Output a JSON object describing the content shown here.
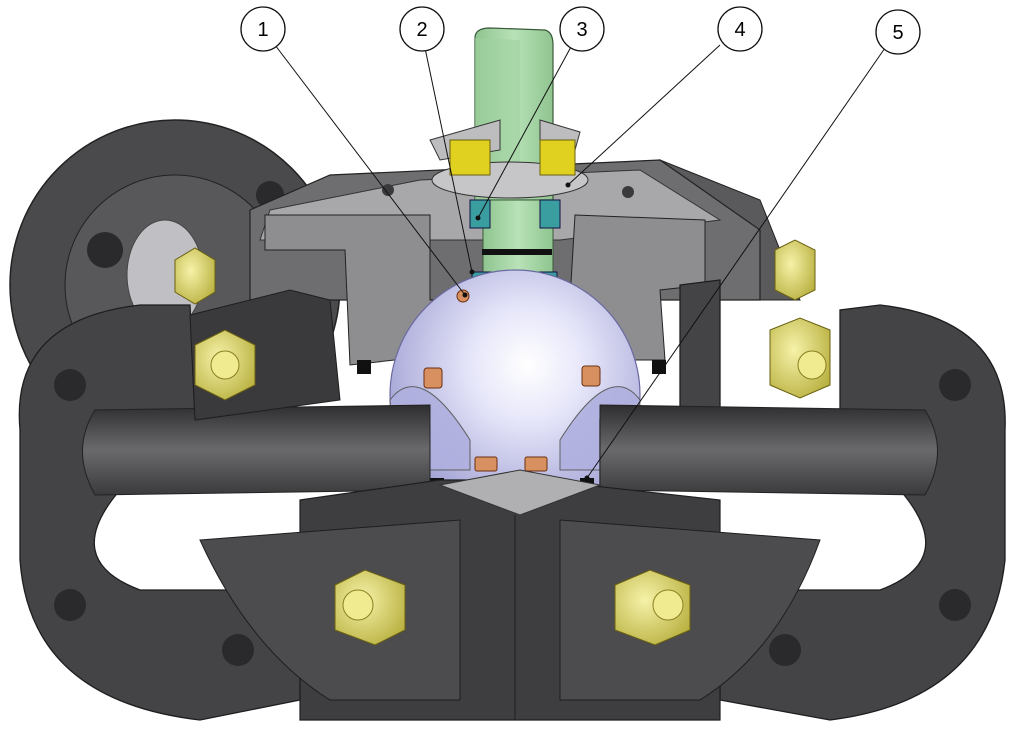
{
  "callouts": [
    {
      "id": "1",
      "label": "1"
    },
    {
      "id": "2",
      "label": "2"
    },
    {
      "id": "3",
      "label": "3"
    },
    {
      "id": "4",
      "label": "4"
    },
    {
      "id": "5",
      "label": "5"
    }
  ],
  "colors": {
    "background": "#ffffff",
    "body_dark": "#4a4a4c",
    "body_cut": "#3c3c3e",
    "bonnet_gray": "#8c8c8c",
    "stem_green": "#a8d8a8",
    "ball_lavender": "#c8c8f0",
    "bolt_yellow": "#e8e070",
    "seat_copper": "#d89060",
    "packing_teal": "#3a9ea0",
    "gland_yellow": "#e0d020",
    "oring_black": "#111111",
    "callout_line": "#111111"
  }
}
